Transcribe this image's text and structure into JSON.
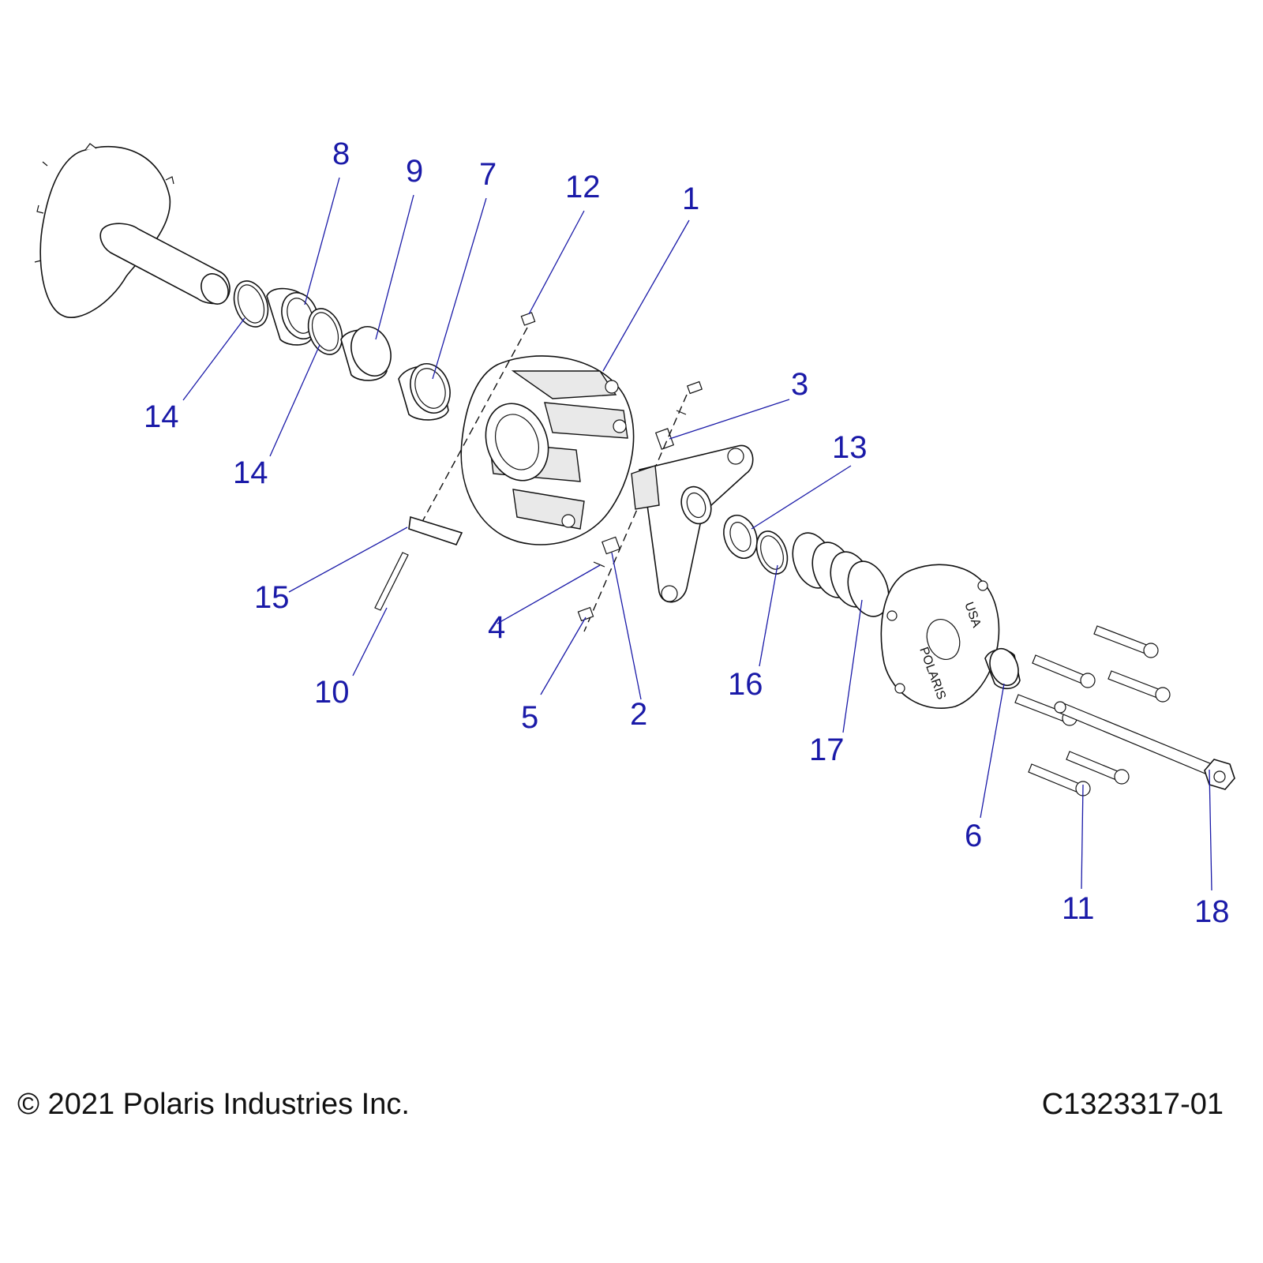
{
  "callouts": [
    {
      "id": "c8",
      "label": "8"
    },
    {
      "id": "c9",
      "label": "9"
    },
    {
      "id": "c7",
      "label": "7"
    },
    {
      "id": "c12",
      "label": "12"
    },
    {
      "id": "c1",
      "label": "1"
    },
    {
      "id": "c3",
      "label": "3"
    },
    {
      "id": "c13",
      "label": "13"
    },
    {
      "id": "c14a",
      "label": "14"
    },
    {
      "id": "c14b",
      "label": "14"
    },
    {
      "id": "c15",
      "label": "15"
    },
    {
      "id": "c4",
      "label": "4"
    },
    {
      "id": "c10",
      "label": "10"
    },
    {
      "id": "c5",
      "label": "5"
    },
    {
      "id": "c2",
      "label": "2"
    },
    {
      "id": "c16",
      "label": "16"
    },
    {
      "id": "c17",
      "label": "17"
    },
    {
      "id": "c6",
      "label": "6"
    },
    {
      "id": "c11",
      "label": "11"
    },
    {
      "id": "c18",
      "label": "18"
    }
  ],
  "cover_text": {
    "top": "USA",
    "bottom": "POLARIS"
  },
  "footer": {
    "copyright": "© 2021 Polaris Industries Inc.",
    "drawing_number": "C1323317-01"
  },
  "colors": {
    "callout": "#1a1aa8",
    "line": "#111111"
  }
}
